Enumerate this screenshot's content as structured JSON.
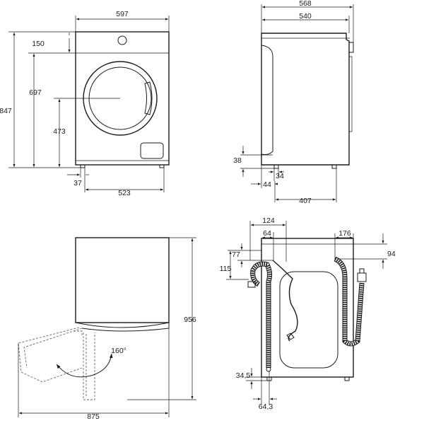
{
  "front_view": {
    "width": "597",
    "top_panel": "150",
    "door_height": "697",
    "total_height": "847",
    "door_center": "473",
    "foot_offset": "37",
    "foot_span": "523"
  },
  "side_view": {
    "depth_total": "568",
    "depth_body": "540",
    "foot_height": "38",
    "foot_width": "34",
    "foot_offset": "44",
    "foot_depth_span": "407"
  },
  "door_open_view": {
    "height_open": "956",
    "angle": "160°",
    "depth_open": "875"
  },
  "rear_view": {
    "drain_offset": "124",
    "hose_offset": "64",
    "inlet_offset": "176",
    "inlet_height": "94",
    "drain_top": "77",
    "drain_drop": "115",
    "bottom_height": "34,5",
    "bottom_offset": "64,3"
  }
}
